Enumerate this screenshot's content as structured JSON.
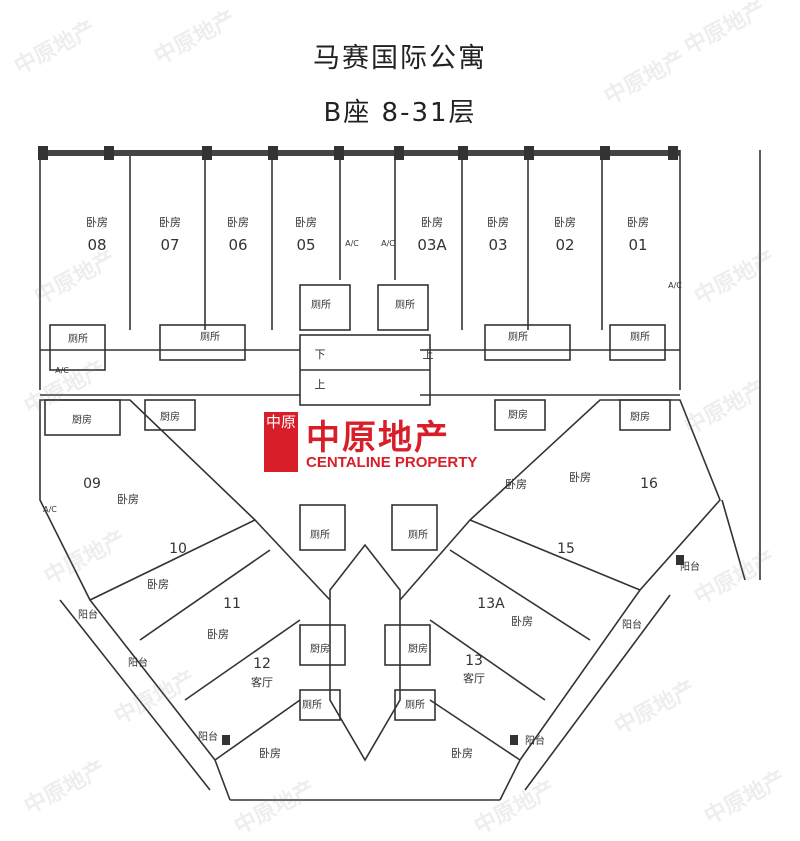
{
  "title": "马赛国际公寓",
  "subtitle": "B座 8-31层",
  "brand": {
    "cn": "中原地产",
    "en": "CENTALINE PROPERTY",
    "box_text": "中原",
    "color": "#d81e28"
  },
  "watermark": "中原地产",
  "labels": {
    "bedroom": "卧房",
    "toilet": "厕所",
    "kitchen": "厨房",
    "balcony": "阳台",
    "living": "客厅",
    "ac": "A/C",
    "up": "上",
    "down": "下"
  },
  "top_units": [
    {
      "num": "08"
    },
    {
      "num": "07"
    },
    {
      "num": "06"
    },
    {
      "num": "05"
    },
    {
      "num": "03A"
    },
    {
      "num": "03"
    },
    {
      "num": "02"
    },
    {
      "num": "01"
    }
  ],
  "wing_units": [
    {
      "num": "09"
    },
    {
      "num": "10"
    },
    {
      "num": "11"
    },
    {
      "num": "12"
    },
    {
      "num": "13"
    },
    {
      "num": "13A"
    },
    {
      "num": "15"
    },
    {
      "num": "16"
    }
  ]
}
